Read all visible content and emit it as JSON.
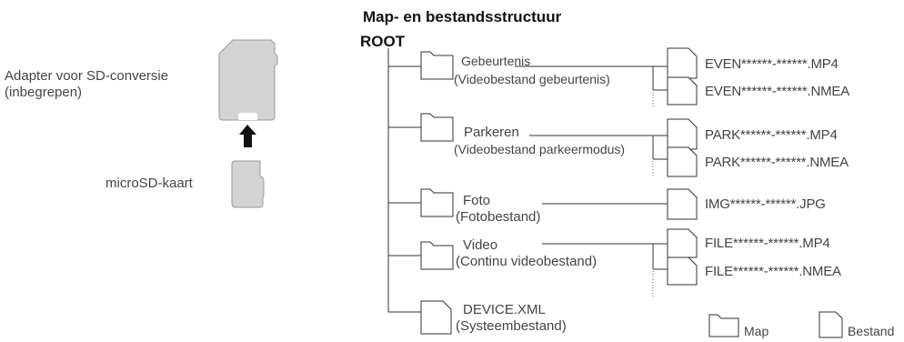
{
  "left": {
    "adapter_label_line1": "Adapter voor SD-conversie",
    "adapter_label_line2": "(inbegrepen)",
    "microsd_label": "microSD-kaart"
  },
  "structure": {
    "title": "Map- en bestandsstructuur",
    "root": "ROOT",
    "entries": [
      {
        "name": "Gebeurtenis",
        "desc": "(Videobestand gebeurtenis)",
        "icon": "folder-icon",
        "files": [
          "EVEN******-******.MP4",
          "EVEN******-******.NMEA"
        ]
      },
      {
        "name": "Parkeren",
        "desc": "(Videobestand parkeermodus)",
        "icon": "folder-icon",
        "files": [
          "PARK******-******.MP4",
          "PARK******-******.NMEA"
        ]
      },
      {
        "name": "Foto",
        "desc": "(Fotobestand)",
        "icon": "folder-icon",
        "files": [
          "IMG******-******.JPG"
        ]
      },
      {
        "name": "Video",
        "desc": "(Continu videobestand)",
        "icon": "folder-icon",
        "files": [
          "FILE******-******.MP4",
          "FILE******-******.NMEA"
        ]
      },
      {
        "name": "DEVICE.XML",
        "desc": "(Systeembestand)",
        "icon": "file-icon",
        "files": []
      }
    ]
  },
  "legend": {
    "folder_label": "Map",
    "file_label": "Bestand"
  }
}
